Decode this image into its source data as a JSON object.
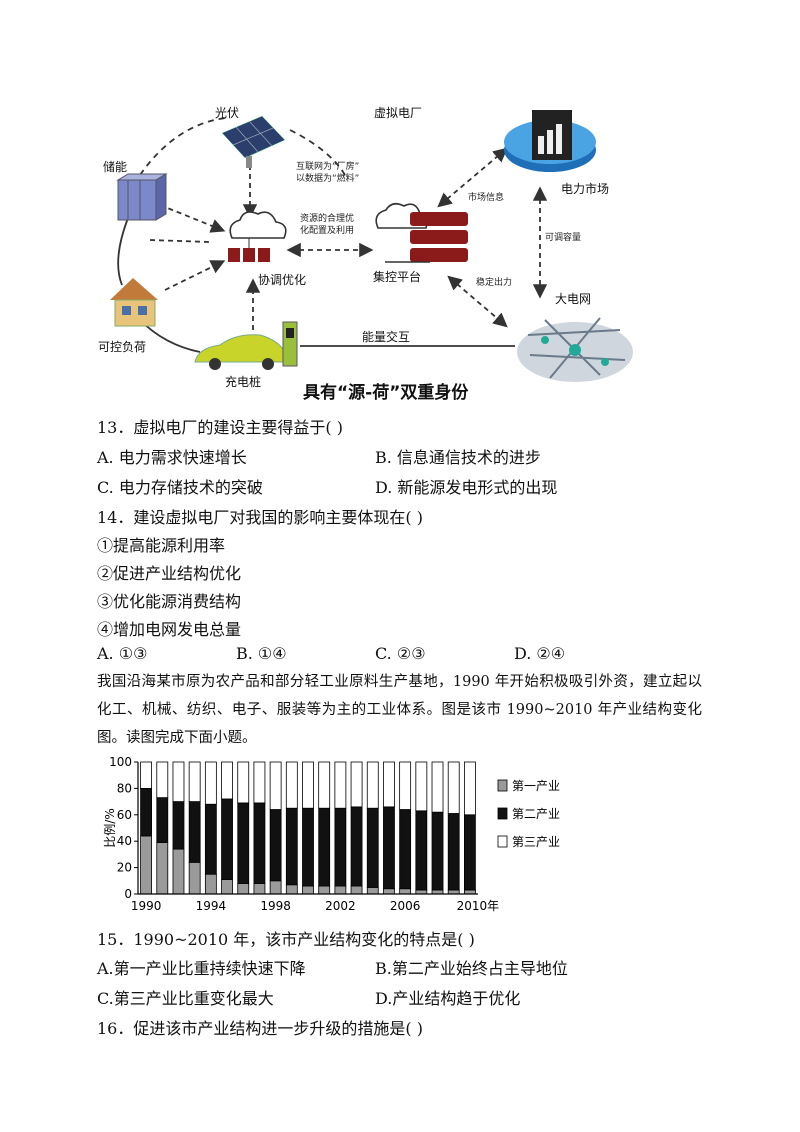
{
  "diagram": {
    "title": "虚拟电厂",
    "nodes": {
      "pv": "光伏",
      "storage": "储能",
      "coordinate": "协调优化",
      "platform": "集控平台",
      "market": "电力市场",
      "grid": "大电网",
      "load": "可控负荷",
      "charger": "充电桩"
    },
    "notes": {
      "internet_line1": "互联网为“厂房”",
      "internet_line2": "以数据为“燃料”",
      "resource_line1": "资源的合理优",
      "resource_line2": "化配置及利用",
      "market_info": "市场信息",
      "adjustable": "可调容量",
      "stable_output": "稳定出力",
      "energy_exchange": "能量交互"
    },
    "caption": "具有“源-荷”双重身份"
  },
  "q13": {
    "stem": "13．虚拟电厂的建设主要得益于(   )",
    "A": "A. 电力需求快速增长",
    "B": "B. 信息通信技术的进步",
    "C": "C. 电力存储技术的突破",
    "D": "D. 新能源发电形式的出现"
  },
  "q14": {
    "stem": "14．建设虚拟电厂对我国的影响主要体现在(   )",
    "items": [
      "①提高能源利用率",
      "②促进产业结构优化",
      "③优化能源消费结构",
      "④增加电网发电总量"
    ],
    "A": "A. ①③",
    "B": "B. ①④",
    "C": "C. ②③",
    "D": "D. ②④"
  },
  "passage": "我国沿海某市原为农产品和部分轻工业原料生产基地，1990 年开始积极吸引外资，建立起以化工、机械、纺织、电子、服装等为主的工业体系。图是该市 1990~2010 年产业结构变化图。读图完成下面小题。",
  "chart_data": {
    "type": "bar",
    "stacked": true,
    "ylabel": "比例/%",
    "ylim": [
      0,
      100
    ],
    "yticks": [
      0,
      20,
      40,
      60,
      80,
      100
    ],
    "x": [
      1990,
      1991,
      1992,
      1993,
      1994,
      1995,
      1996,
      1997,
      1998,
      1999,
      2000,
      2001,
      2002,
      2003,
      2004,
      2005,
      2006,
      2007,
      2008,
      2009,
      2010
    ],
    "xtick_labels": [
      "1990",
      "1994",
      "1998",
      "2002",
      "2006",
      "2010年"
    ],
    "xtick_years": [
      1990,
      1994,
      1998,
      2002,
      2006,
      2010
    ],
    "series": [
      {
        "name": "第一产业",
        "color": "#9a9a9a",
        "values": [
          44,
          39,
          34,
          24,
          15,
          11,
          8,
          8,
          10,
          7,
          6,
          6,
          6,
          6,
          5,
          4,
          4,
          3,
          3,
          3,
          3
        ]
      },
      {
        "name": "第二产业",
        "color": "#111111",
        "values": [
          36,
          34,
          36,
          46,
          53,
          61,
          61,
          61,
          54,
          58,
          59,
          59,
          59,
          60,
          60,
          62,
          60,
          60,
          59,
          58,
          57
        ]
      },
      {
        "name": "第三产业",
        "color": "#ffffff",
        "values": [
          20,
          27,
          30,
          30,
          32,
          28,
          31,
          31,
          36,
          35,
          35,
          35,
          35,
          34,
          35,
          34,
          36,
          37,
          38,
          39,
          40
        ]
      }
    ],
    "legend_position": "right"
  },
  "q15": {
    "stem": "15．1990~2010 年，该市产业结构变化的特点是(   )",
    "A": "A.第一产业比重持续快速下降",
    "B": "B.第二产业始终占主导地位",
    "C": "C.第三产业比重变化最大",
    "D": "D.产业结构趋于优化"
  },
  "q16": {
    "stem": "16．促进该市产业结构进一步升级的措施是(   )"
  }
}
